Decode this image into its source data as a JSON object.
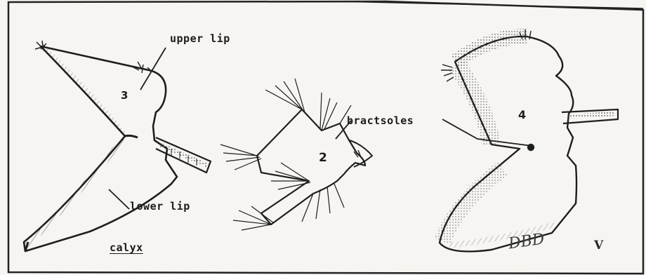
{
  "labels": {
    "upper_lip": "upper lip",
    "bracteoles": "bractsoles",
    "lower_lip": "lower lip",
    "calyx": "calyx"
  },
  "figure_numbers": {
    "fig3": "3",
    "fig2": "2",
    "fig4": "4"
  },
  "signature": "DBD",
  "corner_mark": "V",
  "colors": {
    "ink": "#1c1c1c",
    "paper": "#f6f5f1"
  }
}
